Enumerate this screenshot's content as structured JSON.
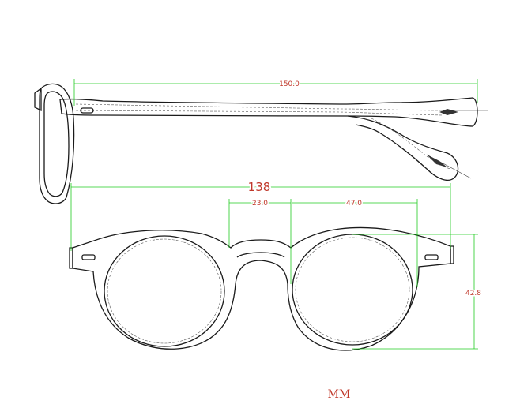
{
  "dimensions": {
    "temple_length": "150.0",
    "frame_width": "138",
    "bridge_width": "23.0",
    "lens_width": "47.0",
    "lens_height": "42.8"
  },
  "unit_label": "MM",
  "colors": {
    "outline": "#1a1a1a",
    "dimension_line": "#22cc22",
    "dimension_text": "#c0392b"
  }
}
